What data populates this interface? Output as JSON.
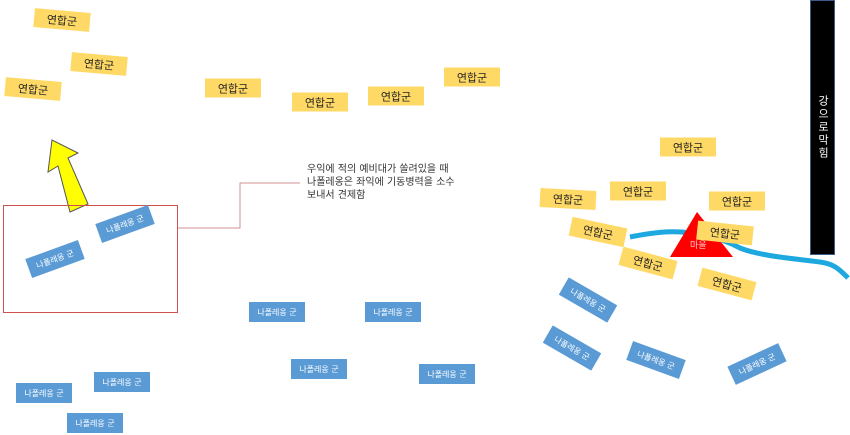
{
  "allied_label": "연합군",
  "napoleon_label": "나폴레옹 군",
  "allied_units": [
    "연합군",
    "연합군",
    "연합군",
    "연합군",
    "연합군",
    "연합군",
    "연합군",
    "연합군",
    "연합군",
    "연합군",
    "연합군",
    "연합군",
    "연합군",
    "연합군",
    "연합군"
  ],
  "napoleon_units": [
    "나폴레옹 군",
    "나폴레옹 군",
    "나폴레옹 군",
    "나폴레옹 군",
    "나폴레옹 군",
    "나폴레옹 군",
    "나폴레옹 군",
    "나폴레옹 군",
    "나폴레옹 군",
    "나폴레옹 군",
    "나폴레옹 군",
    "나폴레옹 군",
    "나폴레옹 군"
  ],
  "river_barrier": "강으로막힘",
  "village": "마을",
  "note": [
    "우익에 적의 예비대가 쏠려있을 때",
    "나폴레옹은 좌익에 기동병력을 소수",
    "보내서 견제함"
  ],
  "colors": {
    "allied": "#FFD966",
    "napoleon": "#5B9BD5",
    "river": "#1EA8E0",
    "village": "#FF0000",
    "arrow": "#FFFF00"
  }
}
